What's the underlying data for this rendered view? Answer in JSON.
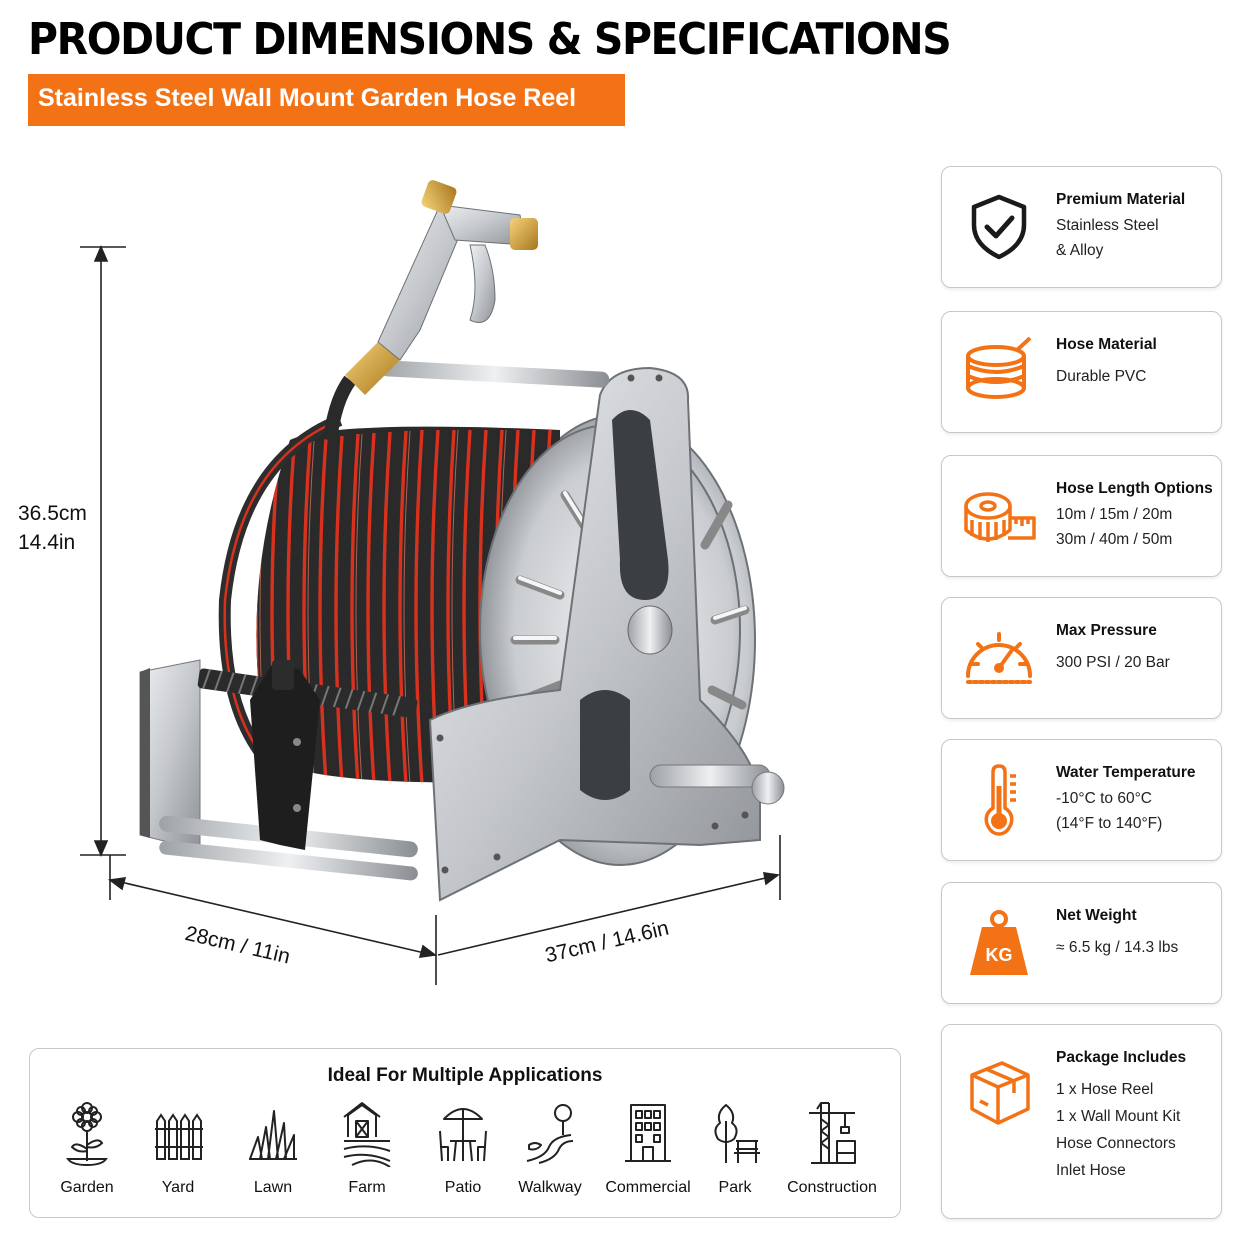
{
  "header": {
    "title": "PRODUCT DIMENSIONS & SPECIFICATIONS",
    "subtitle": "Stainless Steel Wall Mount Garden Hose Reel"
  },
  "dimensions": {
    "height_cm": "36.5cm",
    "height_in": "14.4in",
    "depth": "28cm / 11in",
    "width": "37cm / 14.6in"
  },
  "specs": [
    {
      "icon": "shield-check-icon",
      "title": "Premium Material",
      "lines": [
        "Stainless Steel",
        "& Alloy"
      ]
    },
    {
      "icon": "hose-coil-icon",
      "title": "Hose Material",
      "lines": [
        "Durable PVC"
      ]
    },
    {
      "icon": "tape-measure-icon",
      "title": "Hose Length Options",
      "lines": [
        "10m / 15m / 20m",
        "30m / 40m / 50m"
      ]
    },
    {
      "icon": "pressure-gauge-icon",
      "title": "Max Pressure",
      "lines": [
        "300 PSI / 20 Bar"
      ]
    },
    {
      "icon": "thermometer-icon",
      "title": "Water Temperature",
      "lines": [
        "-10°C to 60°C",
        "(14°F to 140°F)"
      ]
    },
    {
      "icon": "weight-kg-icon",
      "title": "Net Weight",
      "lines": [
        "≈ 6.5 kg / 14.3 lbs"
      ],
      "icon_text": "KG"
    },
    {
      "icon": "package-box-icon",
      "title": "Package Includes",
      "lines": [
        "1 x Hose Reel",
        "1 x Wall Mount Kit",
        "Hose Connectors",
        "Inlet Hose"
      ]
    }
  ],
  "applications": {
    "title": "Ideal For Multiple Applications",
    "items": [
      {
        "icon": "flower-icon",
        "label": "Garden"
      },
      {
        "icon": "fence-icon",
        "label": "Yard"
      },
      {
        "icon": "grass-icon",
        "label": "Lawn"
      },
      {
        "icon": "barn-icon",
        "label": "Farm"
      },
      {
        "icon": "patio-table-icon",
        "label": "Patio"
      },
      {
        "icon": "walkway-icon",
        "label": "Walkway"
      },
      {
        "icon": "building-icon",
        "label": "Commercial"
      },
      {
        "icon": "park-bench-icon",
        "label": "Park"
      },
      {
        "icon": "crane-icon",
        "label": "Construction"
      }
    ]
  },
  "colors": {
    "accent": "#f47216",
    "border": "#c8c8c8",
    "text": "#111111",
    "steel": "#c9ccd0",
    "hose_red": "#d8321e"
  }
}
